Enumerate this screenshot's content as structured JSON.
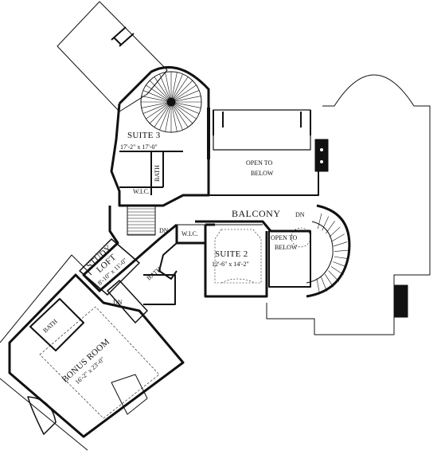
{
  "rooms": {
    "suite3": {
      "name": "SUITE 3",
      "dim": "17'-2\" x 17'-0\""
    },
    "suite2": {
      "name": "SUITE 2",
      "dim": "12'-6\" x 14'-2\""
    },
    "study_loft": {
      "name1": "STUDY",
      "name2": "LOFT",
      "dim": "8'-10\" x 11'-0\""
    },
    "bonus_room": {
      "name": "BONUS ROOM",
      "dim": "16'-2\" x 23'-0\""
    }
  },
  "labels": {
    "open_to_below_1": {
      "line1": "OPEN TO",
      "line2": "BELOW"
    },
    "open_to_below_2": {
      "line1": "OPEN TO",
      "line2": "BELOW"
    },
    "balcony": "BALCONY",
    "bath_suite3": "BATH",
    "bath_suite2": "BATH",
    "bath_bonus": "BATH",
    "wic_suite3": "W.I.C.",
    "wic_suite2": "W.I.C.",
    "dn_stair_main": "DN",
    "dn_stair_balcony": "DN",
    "dn_stair_bonus": "DN"
  }
}
